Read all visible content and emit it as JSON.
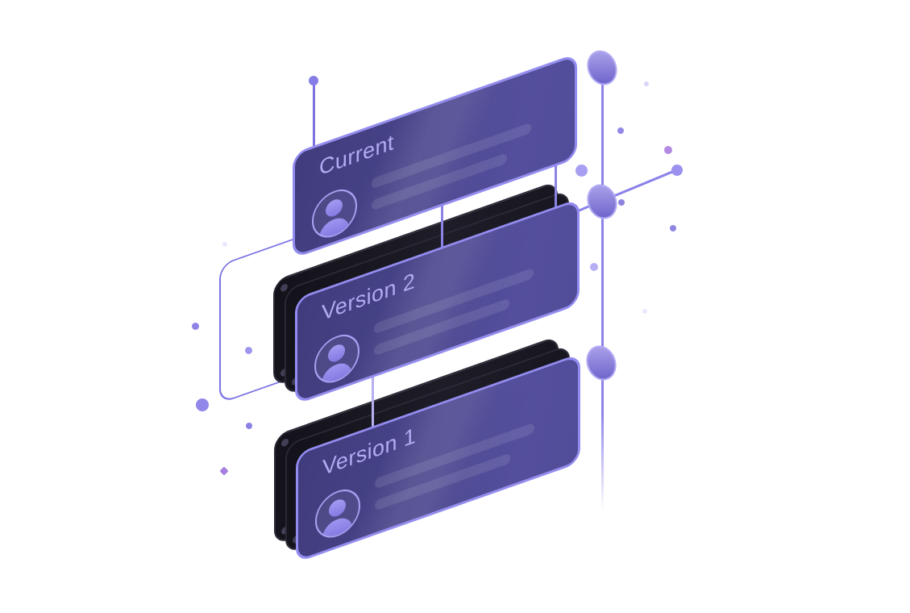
{
  "illustration": {
    "description": "Version history stacked-cards illustration with timeline nodes",
    "cards": [
      {
        "id": "current",
        "label": "Current",
        "icon": "user-avatar-icon",
        "placeholder_lines": 2
      },
      {
        "id": "version-2",
        "label": "Version 2",
        "icon": "user-avatar-icon",
        "placeholder_lines": 2
      },
      {
        "id": "version-1",
        "label": "Version 1",
        "icon": "user-avatar-icon",
        "placeholder_lines": 2
      }
    ],
    "colors": {
      "background": "#ffffff",
      "card_border": "#938cf0",
      "card_gradient_start": "#403c7c",
      "card_gradient_end": "#544f9d",
      "card_title_text": "#b2abf3",
      "dark_layer": "#17161f",
      "accent_line": "#8b83e8",
      "node_fill": "#8d84dd"
    }
  }
}
